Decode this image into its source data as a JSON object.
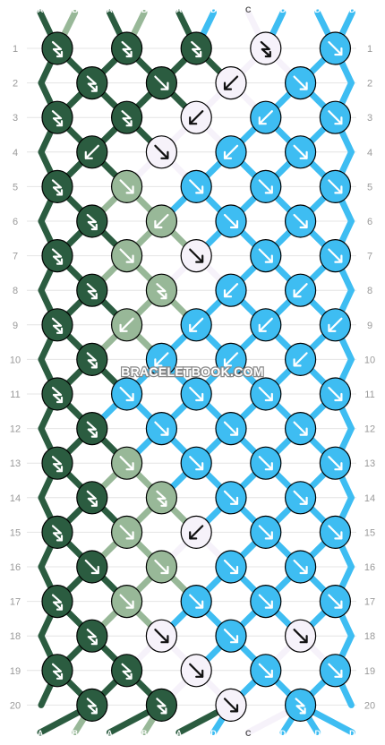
{
  "watermark": "BRACELETBOOK.COM",
  "colors": {
    "A": "#2b5c40",
    "B": "#98b898",
    "C": "#f6f2fa",
    "D": "#3ebdf2"
  },
  "strands_top": [
    "A",
    "B",
    "A",
    "B",
    "A",
    "D",
    "C",
    "D",
    "D",
    "D"
  ],
  "strands_bottom": [
    "A",
    "B",
    "A",
    "B",
    "A",
    "D",
    "C",
    "D",
    "D",
    "D"
  ],
  "row_numbers": [
    "1",
    "2",
    "3",
    "4",
    "5",
    "6",
    "7",
    "8",
    "9",
    "10",
    "11",
    "12",
    "13",
    "14",
    "15",
    "16",
    "17",
    "18",
    "19",
    "20"
  ],
  "rows": [
    {
      "knots": [
        {
          "color": "A",
          "type": "fb"
        },
        {
          "color": "A",
          "type": "fb"
        },
        {
          "color": "A",
          "type": "fb"
        },
        {
          "color": "C",
          "type": "fb"
        },
        {
          "color": "D",
          "type": "f"
        }
      ]
    },
    {
      "knots": [
        {
          "color": "A",
          "type": "fb"
        },
        {
          "color": "A",
          "type": "f"
        },
        {
          "color": "C",
          "type": "b"
        },
        {
          "color": "D",
          "type": "f"
        }
      ]
    },
    {
      "knots": [
        {
          "color": "A",
          "type": "fb"
        },
        {
          "color": "A",
          "type": "fb"
        },
        {
          "color": "C",
          "type": "b"
        },
        {
          "color": "D",
          "type": "b"
        },
        {
          "color": "D",
          "type": "f"
        }
      ]
    },
    {
      "knots": [
        {
          "color": "A",
          "type": "b"
        },
        {
          "color": "C",
          "type": "f"
        },
        {
          "color": "D",
          "type": "b"
        },
        {
          "color": "D",
          "type": "f"
        }
      ]
    },
    {
      "knots": [
        {
          "color": "A",
          "type": "fb"
        },
        {
          "color": "B",
          "type": "f"
        },
        {
          "color": "D",
          "type": "f"
        },
        {
          "color": "D",
          "type": "f"
        },
        {
          "color": "D",
          "type": "f"
        }
      ]
    },
    {
      "knots": [
        {
          "color": "A",
          "type": "fb"
        },
        {
          "color": "B",
          "type": "b"
        },
        {
          "color": "D",
          "type": "f"
        },
        {
          "color": "D",
          "type": "f"
        }
      ]
    },
    {
      "knots": [
        {
          "color": "A",
          "type": "fb"
        },
        {
          "color": "B",
          "type": "f"
        },
        {
          "color": "C",
          "type": "f"
        },
        {
          "color": "D",
          "type": "f"
        },
        {
          "color": "D",
          "type": "f"
        }
      ]
    },
    {
      "knots": [
        {
          "color": "A",
          "type": "fb"
        },
        {
          "color": "B",
          "type": "fb"
        },
        {
          "color": "D",
          "type": "b"
        },
        {
          "color": "D",
          "type": "b"
        }
      ]
    },
    {
      "knots": [
        {
          "color": "A",
          "type": "fb"
        },
        {
          "color": "B",
          "type": "b"
        },
        {
          "color": "D",
          "type": "b"
        },
        {
          "color": "D",
          "type": "b"
        },
        {
          "color": "D",
          "type": "b"
        }
      ]
    },
    {
      "knots": [
        {
          "color": "A",
          "type": "fb"
        },
        {
          "color": "D",
          "type": "b"
        },
        {
          "color": "D",
          "type": "b"
        },
        {
          "color": "D",
          "type": "b"
        }
      ]
    },
    {
      "knots": [
        {
          "color": "A",
          "type": "fb"
        },
        {
          "color": "D",
          "type": "f"
        },
        {
          "color": "D",
          "type": "f"
        },
        {
          "color": "D",
          "type": "f"
        },
        {
          "color": "D",
          "type": "f"
        }
      ]
    },
    {
      "knots": [
        {
          "color": "A",
          "type": "fb"
        },
        {
          "color": "D",
          "type": "f"
        },
        {
          "color": "D",
          "type": "f"
        },
        {
          "color": "D",
          "type": "f"
        }
      ]
    },
    {
      "knots": [
        {
          "color": "A",
          "type": "fb"
        },
        {
          "color": "B",
          "type": "f"
        },
        {
          "color": "D",
          "type": "f"
        },
        {
          "color": "D",
          "type": "f"
        },
        {
          "color": "D",
          "type": "f"
        }
      ]
    },
    {
      "knots": [
        {
          "color": "A",
          "type": "fb"
        },
        {
          "color": "B",
          "type": "fb"
        },
        {
          "color": "D",
          "type": "f"
        },
        {
          "color": "D",
          "type": "f"
        }
      ]
    },
    {
      "knots": [
        {
          "color": "A",
          "type": "fb"
        },
        {
          "color": "B",
          "type": "f"
        },
        {
          "color": "C",
          "type": "b"
        },
        {
          "color": "D",
          "type": "f"
        },
        {
          "color": "D",
          "type": "f"
        }
      ]
    },
    {
      "knots": [
        {
          "color": "A",
          "type": "f"
        },
        {
          "color": "B",
          "type": "f"
        },
        {
          "color": "D",
          "type": "f"
        },
        {
          "color": "D",
          "type": "f"
        }
      ]
    },
    {
      "knots": [
        {
          "color": "A",
          "type": "fb"
        },
        {
          "color": "B",
          "type": "f"
        },
        {
          "color": "D",
          "type": "f"
        },
        {
          "color": "D",
          "type": "f"
        },
        {
          "color": "D",
          "type": "f"
        }
      ]
    },
    {
      "knots": [
        {
          "color": "A",
          "type": "fb"
        },
        {
          "color": "C",
          "type": "f"
        },
        {
          "color": "D",
          "type": "f"
        },
        {
          "color": "C",
          "type": "f"
        }
      ]
    },
    {
      "knots": [
        {
          "color": "A",
          "type": "fb"
        },
        {
          "color": "A",
          "type": "fb"
        },
        {
          "color": "C",
          "type": "f"
        },
        {
          "color": "D",
          "type": "f"
        },
        {
          "color": "D",
          "type": "f"
        }
      ]
    },
    {
      "knots": [
        {
          "color": "A",
          "type": "fb"
        },
        {
          "color": "A",
          "type": "fb"
        },
        {
          "color": "C",
          "type": "f"
        },
        {
          "color": "D",
          "type": "fb"
        }
      ]
    }
  ]
}
